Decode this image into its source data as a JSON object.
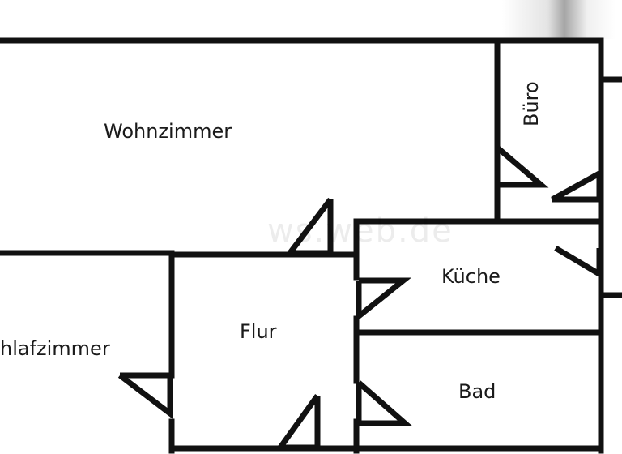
{
  "rooms": {
    "wohnzimmer": "Wohnzimmer",
    "buero": "Büro",
    "kueche": "Küche",
    "flur": "Flur",
    "schlafzimmer": "hlafzimmer",
    "bad": "Bad"
  },
  "watermark": "ws.web.de",
  "colors": {
    "wall": "#111111",
    "background": "#ffffff",
    "text": "#1a1a1a"
  }
}
